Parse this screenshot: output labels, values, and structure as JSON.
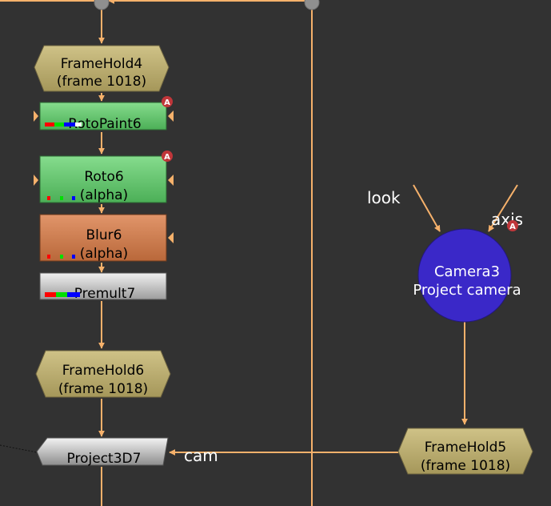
{
  "nodes": {
    "framehold4": {
      "name": "FrameHold4",
      "sub": "(frame 1018)"
    },
    "rotopaint6": {
      "name": "RotoPaint6",
      "badge": "A"
    },
    "roto6": {
      "name": "Roto6",
      "sub": "(alpha)",
      "badge": "A"
    },
    "blur6": {
      "name": "Blur6",
      "sub": "(alpha)"
    },
    "premult7": {
      "name": "Premult7"
    },
    "framehold6": {
      "name": "FrameHold6",
      "sub": "(frame 1018)"
    },
    "project3d7": {
      "name": "Project3D7"
    },
    "camera3": {
      "name": "Camera3",
      "sub": "Project camera",
      "badge": "A"
    },
    "framehold5": {
      "name": "FrameHold5",
      "sub": "(frame 1018)"
    }
  },
  "input_labels": {
    "look": "look",
    "axis": "axis",
    "cam": "cam"
  },
  "colors": {
    "background": "#323232",
    "pipe": "#f6b16b",
    "framehold": "#b8aa6c",
    "roto": "#63c86f",
    "blur": "#cf7c49",
    "premult": "#d2d2d2",
    "camera": "#3a28c8",
    "badge": "#c0363a"
  }
}
